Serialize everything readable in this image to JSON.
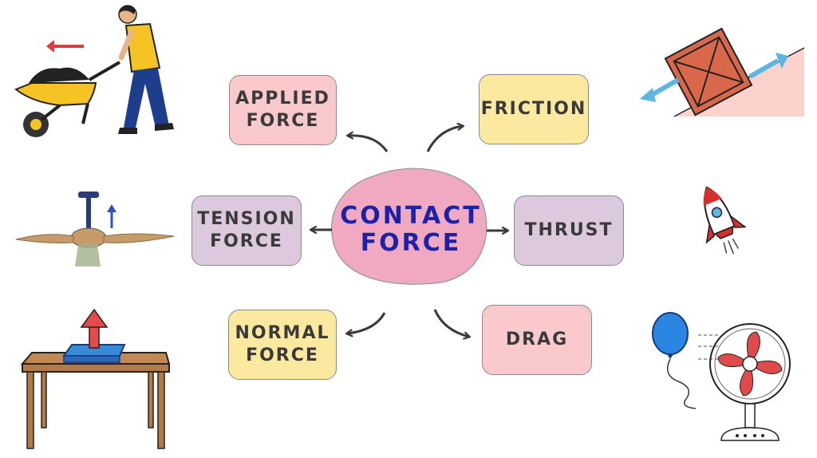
{
  "center": {
    "line1": "CONTACT",
    "line2": "FORCE"
  },
  "nodes": {
    "applied": {
      "line1": "APPLIED",
      "line2": "FORCE"
    },
    "friction": {
      "line1": "FRICTION"
    },
    "tension": {
      "line1": "TENSION",
      "line2": "FORCE"
    },
    "thrust": {
      "line1": "THRUST"
    },
    "normal": {
      "line1": "NORMAL",
      "line2": "FORCE"
    },
    "drag": {
      "line1": "DRAG"
    }
  },
  "colors": {
    "center_blob": "#f0a9c0",
    "center_text": "#1c22a8",
    "pink_box": "#f9c9cc",
    "yellow_box": "#fbe9a0",
    "purple_box": "#dcc9de",
    "arrow": "#3a3a3a"
  },
  "icons": [
    "wheelbarrow-person-icon",
    "box-on-incline-icon",
    "ceiling-fan-icon",
    "rocket-icon",
    "book-on-table-icon",
    "balloon-and-fan-icon"
  ]
}
